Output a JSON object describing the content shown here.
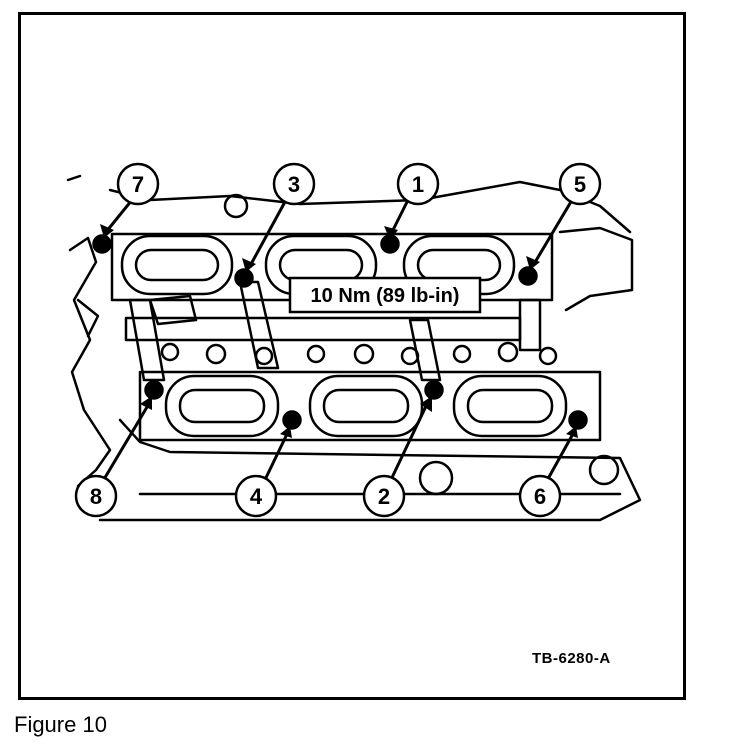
{
  "figure": {
    "caption": "Figure 10",
    "drawing_id": "TB-6280-A",
    "torque_spec": "10 Nm (89 lb-in)"
  },
  "callouts": {
    "c1": "1",
    "c2": "2",
    "c3": "3",
    "c4": "4",
    "c5": "5",
    "c6": "6",
    "c7": "7",
    "c8": "8"
  }
}
